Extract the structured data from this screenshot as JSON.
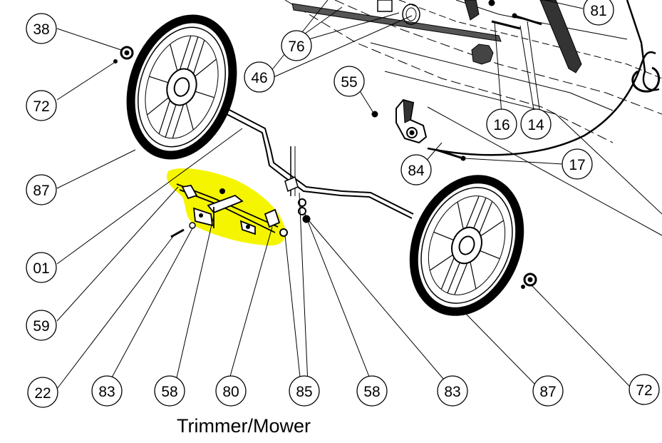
{
  "caption": "Trimmer/Mower",
  "highlight_color": "#f5f500",
  "callouts": [
    {
      "id": "c38a",
      "label": "38"
    },
    {
      "id": "c72a",
      "label": "72"
    },
    {
      "id": "c87a",
      "label": "87"
    },
    {
      "id": "c01",
      "label": "01"
    },
    {
      "id": "c59",
      "label": "59"
    },
    {
      "id": "c22",
      "label": "22"
    },
    {
      "id": "c83a",
      "label": "83"
    },
    {
      "id": "c58a",
      "label": "58"
    },
    {
      "id": "c80",
      "label": "80"
    },
    {
      "id": "c85",
      "label": "85"
    },
    {
      "id": "c58b",
      "label": "58"
    },
    {
      "id": "c83b",
      "label": "83"
    },
    {
      "id": "c87b",
      "label": "87"
    },
    {
      "id": "c72b",
      "label": "72"
    },
    {
      "id": "c76",
      "label": "76"
    },
    {
      "id": "c46",
      "label": "46"
    },
    {
      "id": "c55",
      "label": "55"
    },
    {
      "id": "c81",
      "label": "81"
    },
    {
      "id": "c16",
      "label": "16"
    },
    {
      "id": "c14",
      "label": "14"
    },
    {
      "id": "c84",
      "label": "84"
    },
    {
      "id": "c17",
      "label": "17"
    }
  ]
}
